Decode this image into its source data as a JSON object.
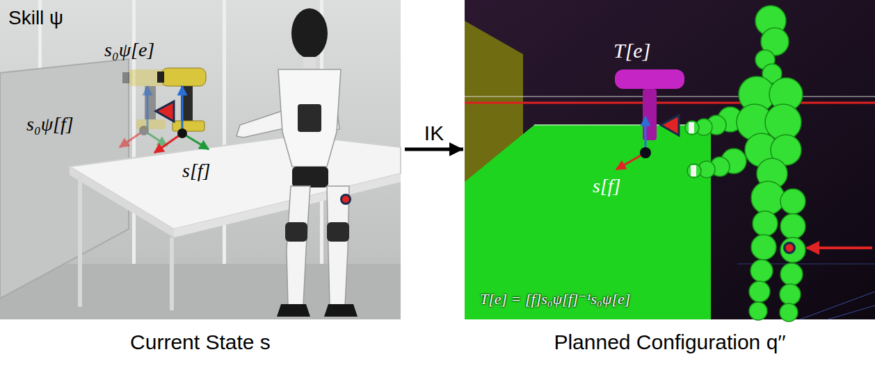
{
  "diagram": {
    "nodes": [
      {
        "text": [
          "Current State s",
          "Skill ψ",
          "s₀ψ[e]",
          "s₀ψ[f]",
          "s[f]"
        ]
      },
      {
        "text": [
          "Planned Configuration q′′",
          "T[e]",
          "s[f]",
          "T[e] = [f]s₀ψ[f]⁻¹s₀ψ[e]"
        ]
      }
    ],
    "edges": [
      {
        "from": 0,
        "to": 1,
        "arrow": "to",
        "label": "IK"
      }
    ]
  }
}
